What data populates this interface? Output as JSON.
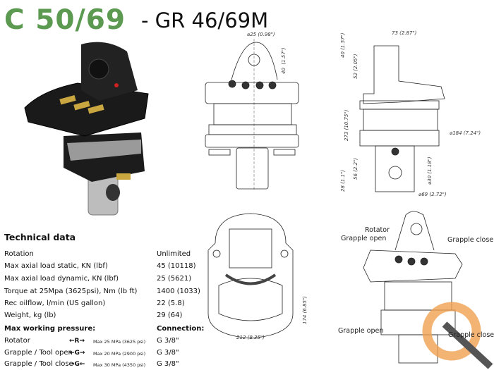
{
  "header": {
    "model": "C 50/69",
    "variant": "- GR 46/69M"
  },
  "colors": {
    "brand_green": "#5c9a52",
    "watermark_orange": "#f0a050"
  },
  "front_view": {
    "dims": [
      "25",
      "(0.98\")",
      "40",
      "(1.57\")"
    ]
  },
  "side_view": {
    "dims": [
      "73 (2.87\")",
      "40",
      "(1.57\")",
      "52",
      "(2.05\")",
      "273 (10.75\")",
      "184 (7.24\")",
      "56",
      "(2.2\")",
      "28",
      "(1.1\")",
      "30",
      "(1.18\")",
      "69 (2.72\")"
    ]
  },
  "bottom_view": {
    "dims": [
      "174 (6.85\")",
      "212 (8.35\")"
    ]
  },
  "perspective_view": {
    "labels": {
      "rotator": "Rotator",
      "grapple_open_top": "Grapple open",
      "grapple_close_top": "Grapple close",
      "grapple_open_bottom": "Grapple open",
      "grapple_close_bottom": "Grapple close"
    }
  },
  "technical_data": {
    "title": "Technical data",
    "rows": [
      {
        "label": "Rotation",
        "value": "Unlimited"
      },
      {
        "label": "Max axial load static, KN (lbf)",
        "value": "45 (10118)"
      },
      {
        "label": "Max axial load dynamic, KN (lbf)",
        "value": "25 (5621)"
      },
      {
        "label": "Torque at 25Mpa (3625psi), Nm (lb ft)",
        "value": "1400 (1033)"
      },
      {
        "label": "Rec oilflow, l/min (US gallon)",
        "value": "22 (5.8)"
      },
      {
        "label": "Weight, kg (lb)",
        "value": "29 (64)"
      }
    ],
    "pressure_heading": "Max working pressure:",
    "connection_heading": "Connection:",
    "pressure_rows": [
      {
        "label": "Rotator",
        "symbol": "←R→",
        "pressure": "Max 25 MPa (3625 psi)",
        "connection": "G 3/8\""
      },
      {
        "label": "Grapple / Tool open",
        "symbol": "←G→",
        "pressure": "Max 20 MPa (2900 psi)",
        "connection": "G 3/8\""
      },
      {
        "label": "Grapple / Tool close",
        "symbol": "→G←",
        "pressure": "Max 30 MPa (4350 psi)",
        "connection": "G 3/8\""
      }
    ]
  }
}
